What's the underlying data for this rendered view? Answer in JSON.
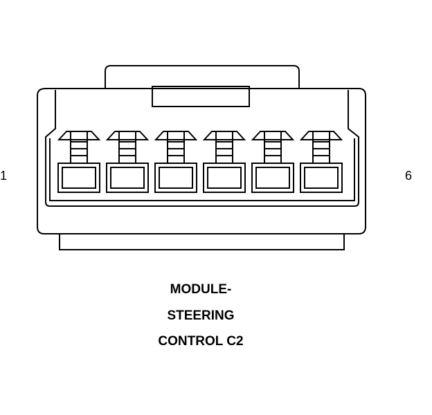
{
  "diagram": {
    "pin_first_label": "1",
    "pin_last_label": "6",
    "pin_count": 6,
    "caption_lines": [
      "MODULE-",
      "STEERING",
      "CONTROL C2"
    ],
    "colors": {
      "stroke": "#000000",
      "background": "#ffffff"
    }
  }
}
